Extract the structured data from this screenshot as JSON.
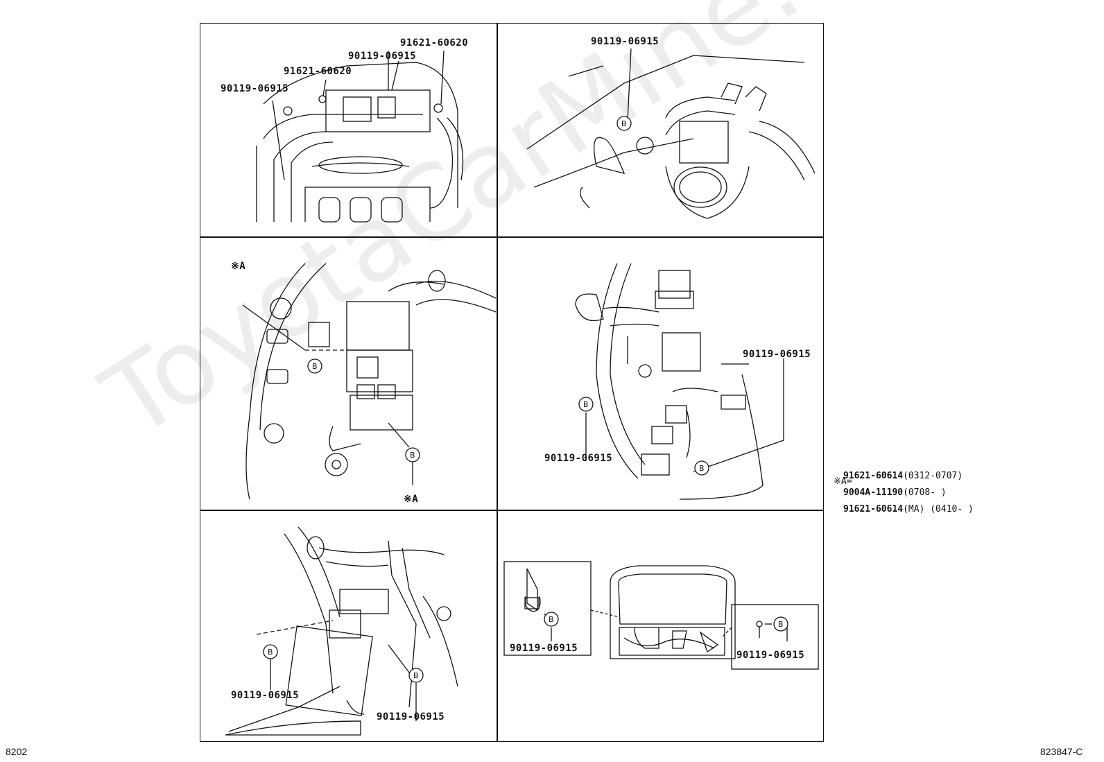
{
  "watermark": "ToyotaCarMine.ru",
  "page_ref_left": "8202",
  "page_ref_right": "823847-C",
  "panel1": {
    "l1": "91621-60620",
    "l2": "90119-06915",
    "l3": "91621-60620",
    "l4": "90119-06915"
  },
  "panel2": {
    "l1": "90119-06915",
    "b": "B"
  },
  "panel3": {
    "a1": "※A",
    "a2": "※A",
    "b1": "B",
    "b2": "B"
  },
  "panel4": {
    "l1": "90119-06915",
    "l2": "90119-06915",
    "b1": "B",
    "b2": "B"
  },
  "panel5": {
    "l1": "90119-06915",
    "l2": "90119-06915",
    "b1": "B",
    "b2": "B"
  },
  "panel6": {
    "l1": "90119-06915",
    "l2": "90119-06915",
    "b1": "B",
    "b2": "B"
  },
  "legend": {
    "prefix": "※A=",
    "rows": [
      {
        "part": "91621-60614",
        "note": "(0312-0707)"
      },
      {
        "part": "9004A-11190",
        "note": "(0708-      )"
      },
      {
        "part": "91621-60614",
        "note": "(MA) (0410-      )"
      }
    ]
  }
}
